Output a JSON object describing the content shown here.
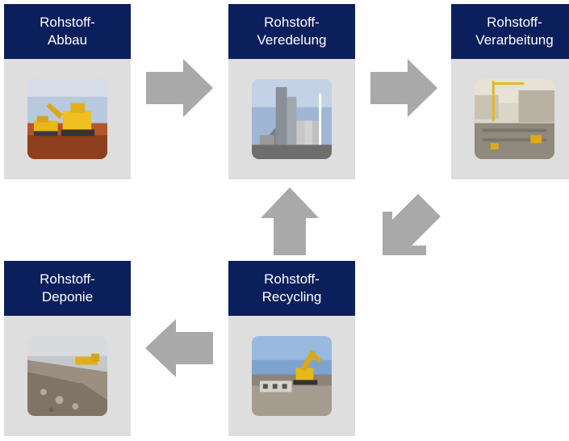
{
  "nodes": {
    "abbau": {
      "label": "Rohstoff-\nAbbau",
      "image": "mining-excavator-photo"
    },
    "veredelung": {
      "label": "Rohstoff-\nVeredelung",
      "image": "processing-plant-photo"
    },
    "verarbeitung": {
      "label": "Rohstoff-\nVerarbeitung",
      "image": "construction-site-photo"
    },
    "recycling": {
      "label": "Rohstoff-\nRecycling",
      "image": "demolition-excavator-photo"
    },
    "deponie": {
      "label": "Rohstoff-\nDeponie",
      "image": "rubble-landfill-photo"
    }
  },
  "arrows": [
    {
      "from": "abbau",
      "to": "veredelung",
      "direction": "right"
    },
    {
      "from": "veredelung",
      "to": "verarbeitung",
      "direction": "right"
    },
    {
      "from": "verarbeitung",
      "to": "recycling",
      "direction": "down-left"
    },
    {
      "from": "recycling",
      "to": "veredelung",
      "direction": "up"
    },
    {
      "from": "recycling",
      "to": "deponie",
      "direction": "left"
    }
  ],
  "colors": {
    "header": "#0b1f5c",
    "header_text": "#ffffff",
    "panel": "#dedede",
    "arrow": "#a9a9a9"
  }
}
